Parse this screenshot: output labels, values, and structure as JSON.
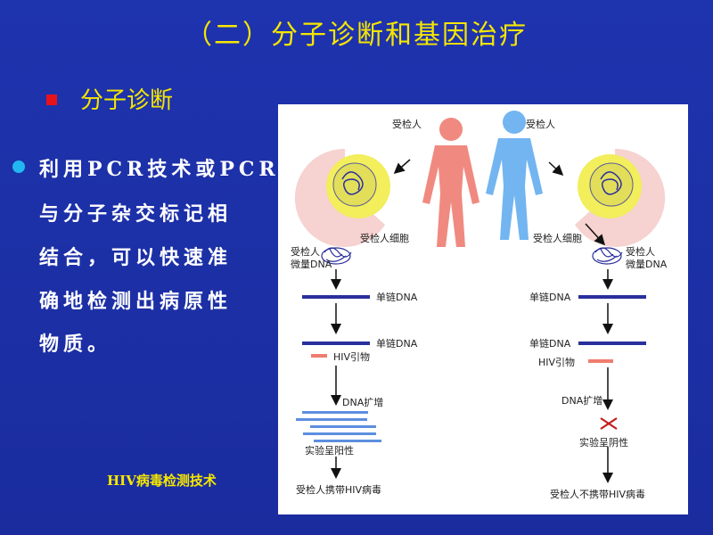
{
  "slide": {
    "title": "（二）分子诊断和基因治疗",
    "subheading": "分子诊断",
    "body_lines": [
      "利用PCR技术或PCR",
      "与分子杂交标记相",
      "结合，可以快速准",
      "确地检测出病原性",
      "物质。"
    ],
    "caption": "HIV病毒检测技术"
  },
  "figure": {
    "left_person": "受检人",
    "right_person": "受检人",
    "left_cell": "受检人细胞",
    "right_cell": "受检人细胞",
    "left_micro_dna_line1": "受检人",
    "left_micro_dna_line2": "微量DNA",
    "right_micro_dna_line1": "受检人",
    "right_micro_dna_line2": "微量DNA",
    "left_ssdna_1": "单链DNA",
    "right_ssdna_1": "单链DNA",
    "left_ssdna_2": "单链DNA",
    "right_ssdna_2": "单链DNA",
    "left_primer": "HIV引物",
    "right_primer": "HIV引物",
    "left_amplify": "DNA扩增",
    "right_amplify": "DNA扩增",
    "left_result": "实验呈阳性",
    "right_result": "实验呈阴性",
    "left_conclusion": "受检人携带HIV病毒",
    "right_conclusion": "受检人不携带HIV病毒"
  },
  "colors": {
    "background": "#1c2fa6",
    "title": "#f5e600",
    "bullet_red": "#e8121b",
    "bullet_blue": "#22b7f0",
    "dna_strand": "#2a2f9c",
    "primer": "#ef7d6e",
    "amplified": "#5d8ee0",
    "person_left": "#f08a80",
    "person_right": "#73b5f0"
  }
}
